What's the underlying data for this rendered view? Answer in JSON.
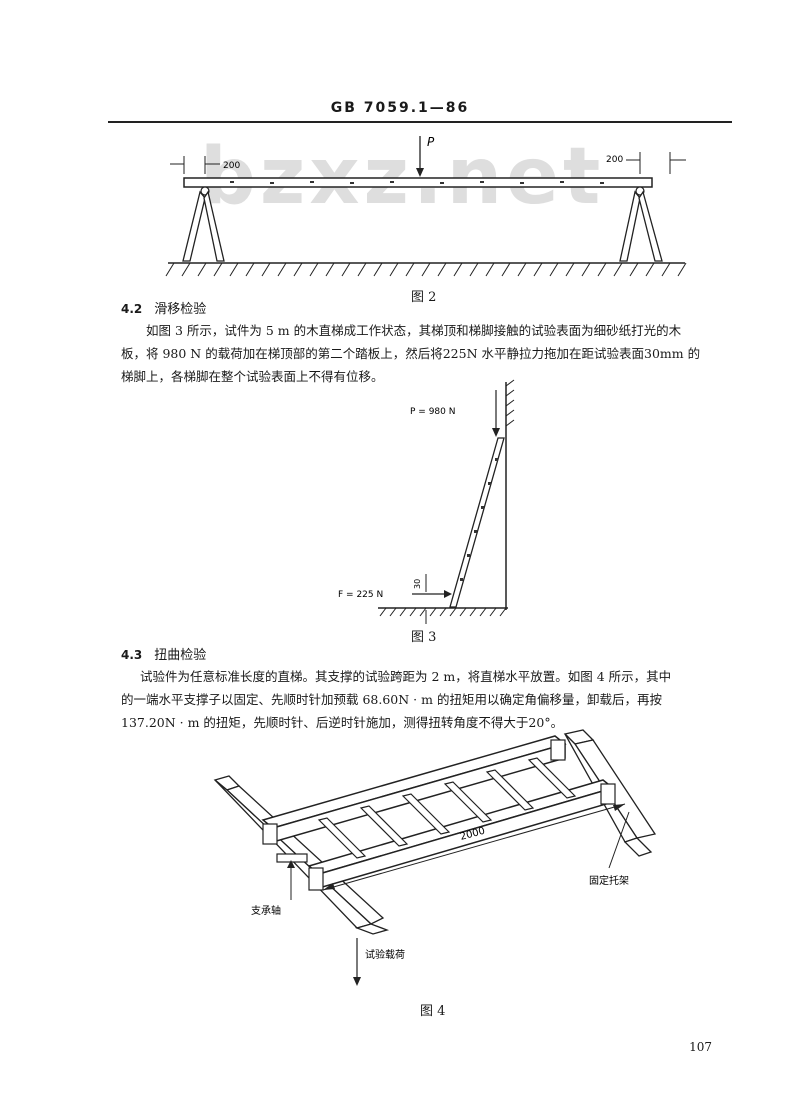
{
  "header": {
    "code": "GB 7059.1—86"
  },
  "watermark": "bzxz.net",
  "figure2": {
    "load_label": "P",
    "dim_left": "200",
    "dim_right": "200",
    "caption": "图 2"
  },
  "section42": {
    "number": "4.2",
    "title": "滑移检验",
    "paragraph_lines": [
      "如图 3 所示，试件为 5 m 的木直梯成工作状态，其梯顶和梯脚接触的试验表面为细砂纸打光的木",
      "板，将 980 N 的载荷加在梯顶部的第二个踏板上，然后将225N 水平静拉力拖加在距试验表面30mm 的",
      "梯脚上，各梯脚在整个试验表面上不得有位移。"
    ]
  },
  "figure3": {
    "load_label": "P = 980 N",
    "force_label": "F = 225 N",
    "dim_label": "30",
    "caption": "图 3"
  },
  "section43": {
    "number": "4.3",
    "title": "扭曲检验",
    "paragraph_lines": [
      "试验件为任意标准长度的直梯。其支撑的试验跨距为 2 m，将直梯水平放置。如图 4 所示，其中",
      "的一端水平支撑子以固定、先顺时针加预载 68.60N · m 的扭矩用以确定角偏移量，卸载后，再按",
      "137.20N · m 的扭矩，先顺时针、后逆时针施加，测得扭转角度不得大于20°。"
    ]
  },
  "figure4": {
    "span_label": "2000",
    "fixed_bracket_label": "固定托架",
    "support_shaft_label": "支承轴",
    "test_load_label": "试验载荷",
    "caption": "图 4"
  },
  "page_number": "107"
}
